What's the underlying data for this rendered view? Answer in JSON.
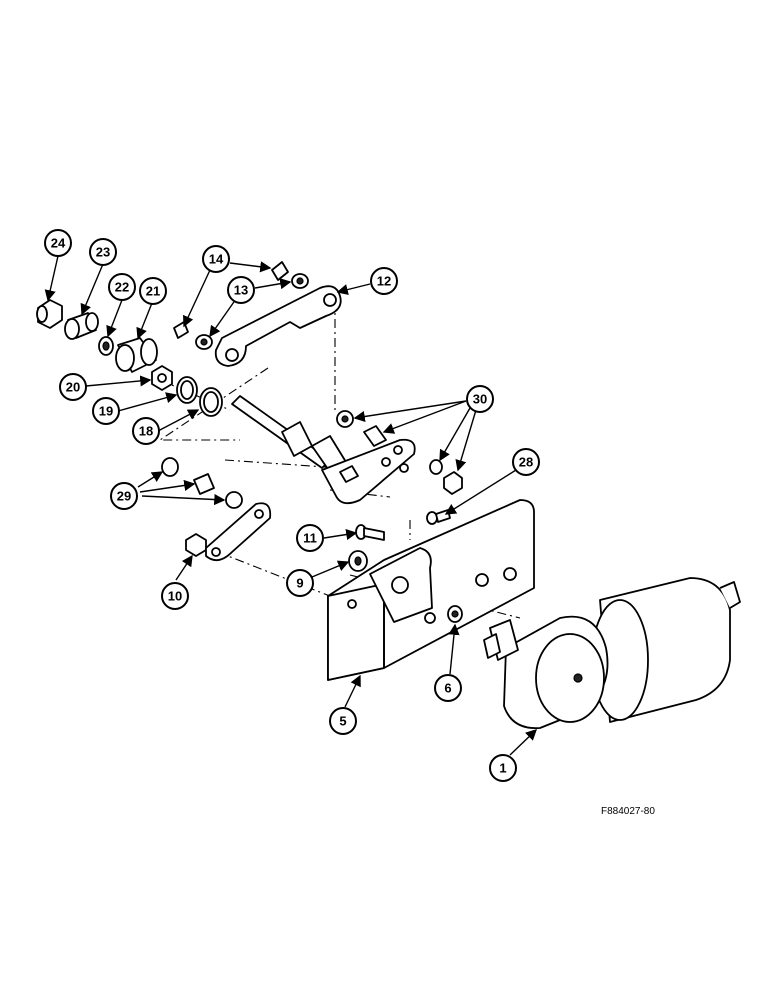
{
  "figure_id": "F884027-80",
  "callouts": [
    "1",
    "5",
    "6",
    "9",
    "10",
    "11",
    "12",
    "13",
    "14",
    "18",
    "19",
    "20",
    "21",
    "22",
    "23",
    "24",
    "28",
    "29",
    "30"
  ]
}
